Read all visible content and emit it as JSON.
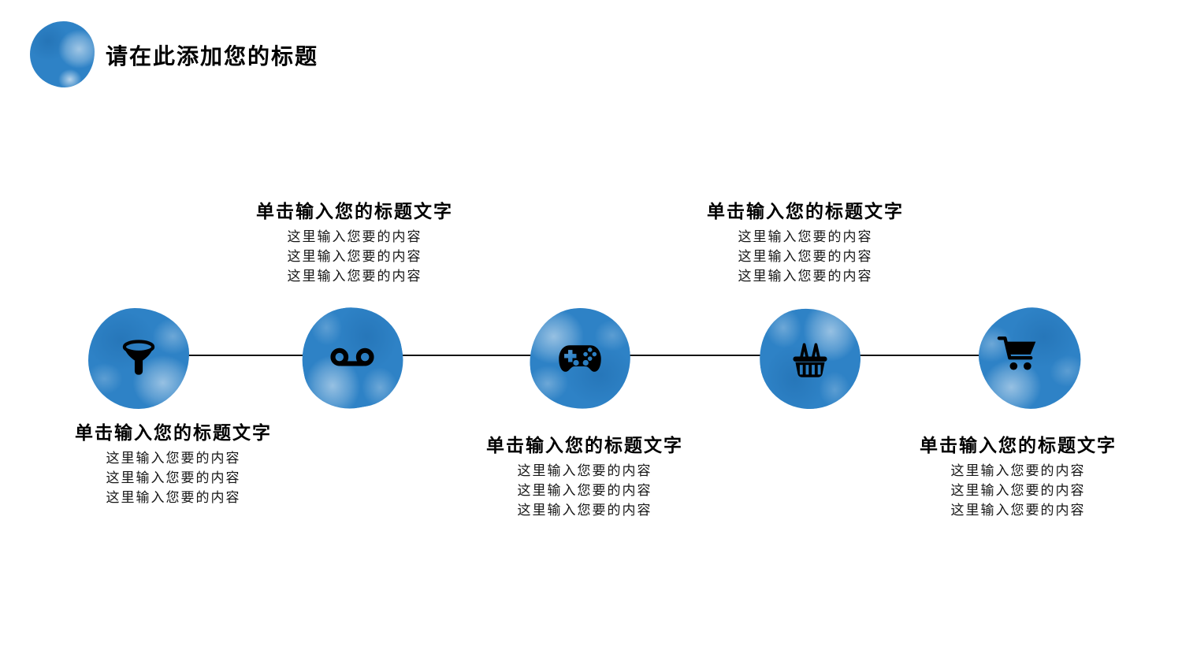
{
  "header": {
    "title": "请在此添加您的标题"
  },
  "timeline": {
    "steps": [
      {
        "icon": "funnel-icon",
        "title": "单击输入您的标题文字",
        "lines": [
          "这里输入您要的内容",
          "这里输入您要的内容",
          "这里输入您要的内容"
        ]
      },
      {
        "icon": "voicemail-icon",
        "title": "单击输入您的标题文字",
        "lines": [
          "这里输入您要的内容",
          "这里输入您要的内容",
          "这里输入您要的内容"
        ]
      },
      {
        "icon": "gamepad-icon",
        "title": "单击输入您的标题文字",
        "lines": [
          "这里输入您要的内容",
          "这里输入您要的内容",
          "这里输入您要的内容"
        ]
      },
      {
        "icon": "shopping-basket-icon",
        "title": "单击输入您的标题文字",
        "lines": [
          "这里输入您要的内容",
          "这里输入您要的内容",
          "这里输入您要的内容"
        ]
      },
      {
        "icon": "shopping-cart-icon",
        "title": "单击输入您的标题文字",
        "lines": [
          "这里输入您要的内容",
          "这里输入您要的内容",
          "这里输入您要的内容"
        ]
      }
    ]
  },
  "colors": {
    "blob_base": "#2e82c6",
    "blob_highlight": "#a9d0ec",
    "blob_shadow": "#155c9c",
    "icon": "#000000",
    "text": "#000000",
    "connector_line": "#151515"
  }
}
